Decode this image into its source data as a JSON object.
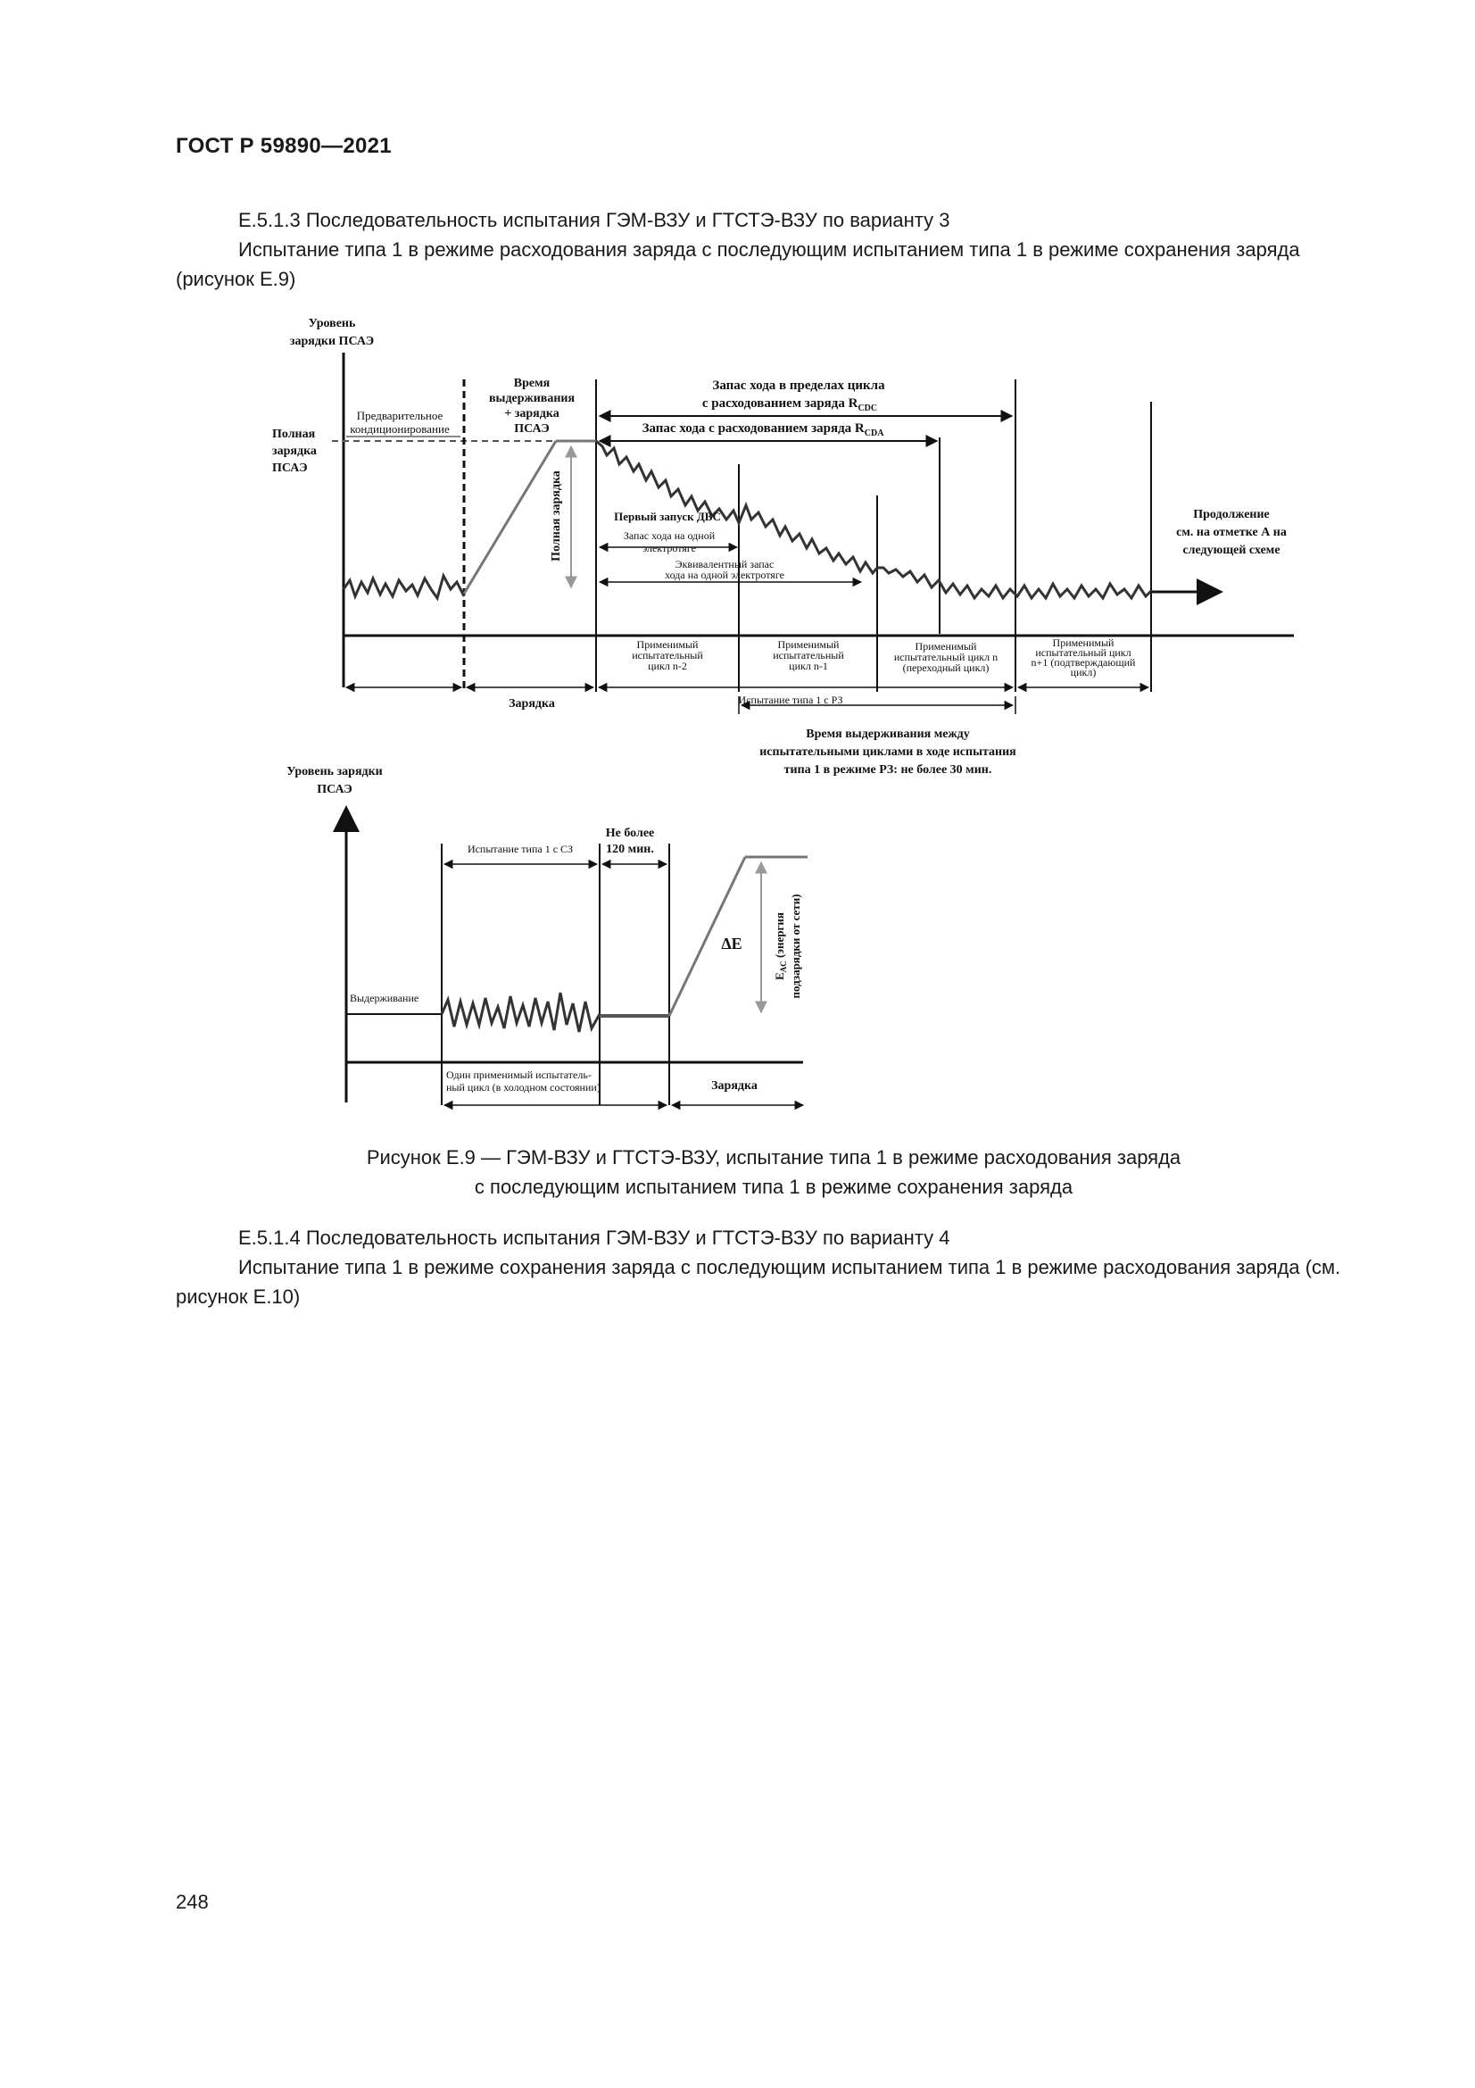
{
  "header": {
    "title": "ГОСТ Р 59890—2021"
  },
  "section_1": {
    "heading": "Е.5.1.3 Последовательность испытания ГЭМ-ВЗУ и ГТСТЭ-ВЗУ по варианту 3",
    "text": "Испытание типа 1 в режиме расходования заряда с последующим испытанием типа 1 в режиме сохранения заряда (рисунок Е.9)"
  },
  "figure_top": {
    "y_axis_label_1": "Уровень",
    "y_axis_label_2": "зарядки ПСАЭ",
    "full_charge_1": "Полная",
    "full_charge_2": "зарядка",
    "full_charge_3": "ПСАЭ",
    "precond_1": "Предварительное",
    "precond_2": "кондиционирование",
    "soak_1": "Время",
    "soak_2": "выдерживания",
    "soak_3": "+ зарядка",
    "soak_4": "ПСАЭ",
    "rcdc_1": "Запас хода в пределах цикла",
    "rcdc_2": "с расходованием заряда R",
    "rcdc_sub": "CDC",
    "rcda": "Запас хода с расходованием заряда R",
    "rcda_sub": "CDA",
    "full_charge_vertical": "Полная зарядка",
    "first_ice_start": "Первый запуск ДВС",
    "aer_1": "Запас хода на одной",
    "aer_2": "электротяге",
    "eaer_1": "Эквивалентный запас",
    "eaer_2": "хода на одной электротяге",
    "continuation_1": "Продолжение",
    "continuation_2": "см. на отметке А на",
    "continuation_3": "следующей схеме",
    "cycle_n2_1": "Применимый",
    "cycle_n2_2": "испытательный",
    "cycle_n2_3": "цикл n-2",
    "cycle_n1_1": "Применимый",
    "cycle_n1_2": "испытательный",
    "cycle_n1_3": "цикл n-1",
    "cycle_n_1": "Применимый",
    "cycle_n_2": "испытательный цикл n",
    "cycle_n_3": "(переходный цикл)",
    "cycle_n_plus_1_1": "Применимый",
    "cycle_n_plus_1_2": "испытательный цикл",
    "cycle_n_plus_1_3": "n+1 (подтверждающий",
    "cycle_n_plus_1_4": "цикл)",
    "charging": "Зарядка",
    "test_type1_cd": "Испытание типа 1 с РЗ",
    "soak_between_1": "Время выдерживания между",
    "soak_between_2": "испытательными циклами в ходе испытания",
    "soak_between_3": "типа 1 в режиме РЗ: не более 30 мин."
  },
  "figure_bottom": {
    "y_axis_label_1": "Уровень зарядки",
    "y_axis_label_2": "ПСАЭ",
    "test_type1_cs": "Испытание типа 1 с СЗ",
    "not_more_1": "Не более",
    "not_more_2": "120 мин.",
    "soak": "Выдерживание",
    "delta_e": "ΔE",
    "eac_1": "E",
    "eac_sub": "AC",
    "eac_2": " (энергия",
    "eac_3": "подзарядки от сети)",
    "cold_cycle_1": "Один применимый испытатель-",
    "cold_cycle_2": "ный цикл (в холодном состоянии)",
    "charging": "Зарядка"
  },
  "caption": {
    "line1": "Рисунок Е.9 — ГЭМ-ВЗУ и ГТСТЭ-ВЗУ, испытание типа 1 в режиме расходования заряда",
    "line2": "с последующим испытанием типа 1 в режиме сохранения заряда"
  },
  "section_2": {
    "heading": "Е.5.1.4 Последовательность испытания ГЭМ-ВЗУ и ГТСТЭ-ВЗУ по варианту 4",
    "text": "Испытание типа 1 в режиме сохранения заряда с последующим испытанием типа 1 в режиме расходования заряда (см. рисунок Е.10)"
  },
  "page_number": "248"
}
